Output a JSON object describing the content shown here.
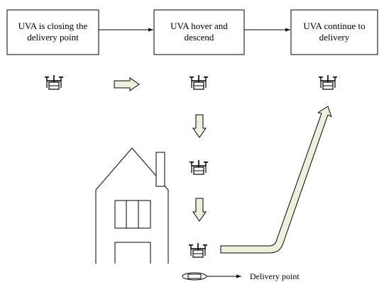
{
  "stages": [
    {
      "line1": "UVA is closing the",
      "line2": "delivery point"
    },
    {
      "line1": "UVA hover and",
      "line2": "descend"
    },
    {
      "line1": "UVA continue to",
      "line2": "delivery"
    }
  ],
  "delivery_label": "Delivery point",
  "colors": {
    "arrow_fill": "#eef0dc",
    "stroke": "#000000",
    "background": "#ffffff"
  },
  "icons": [
    "drone-icon",
    "package-icon",
    "house-icon",
    "delivery-pad-icon"
  ]
}
